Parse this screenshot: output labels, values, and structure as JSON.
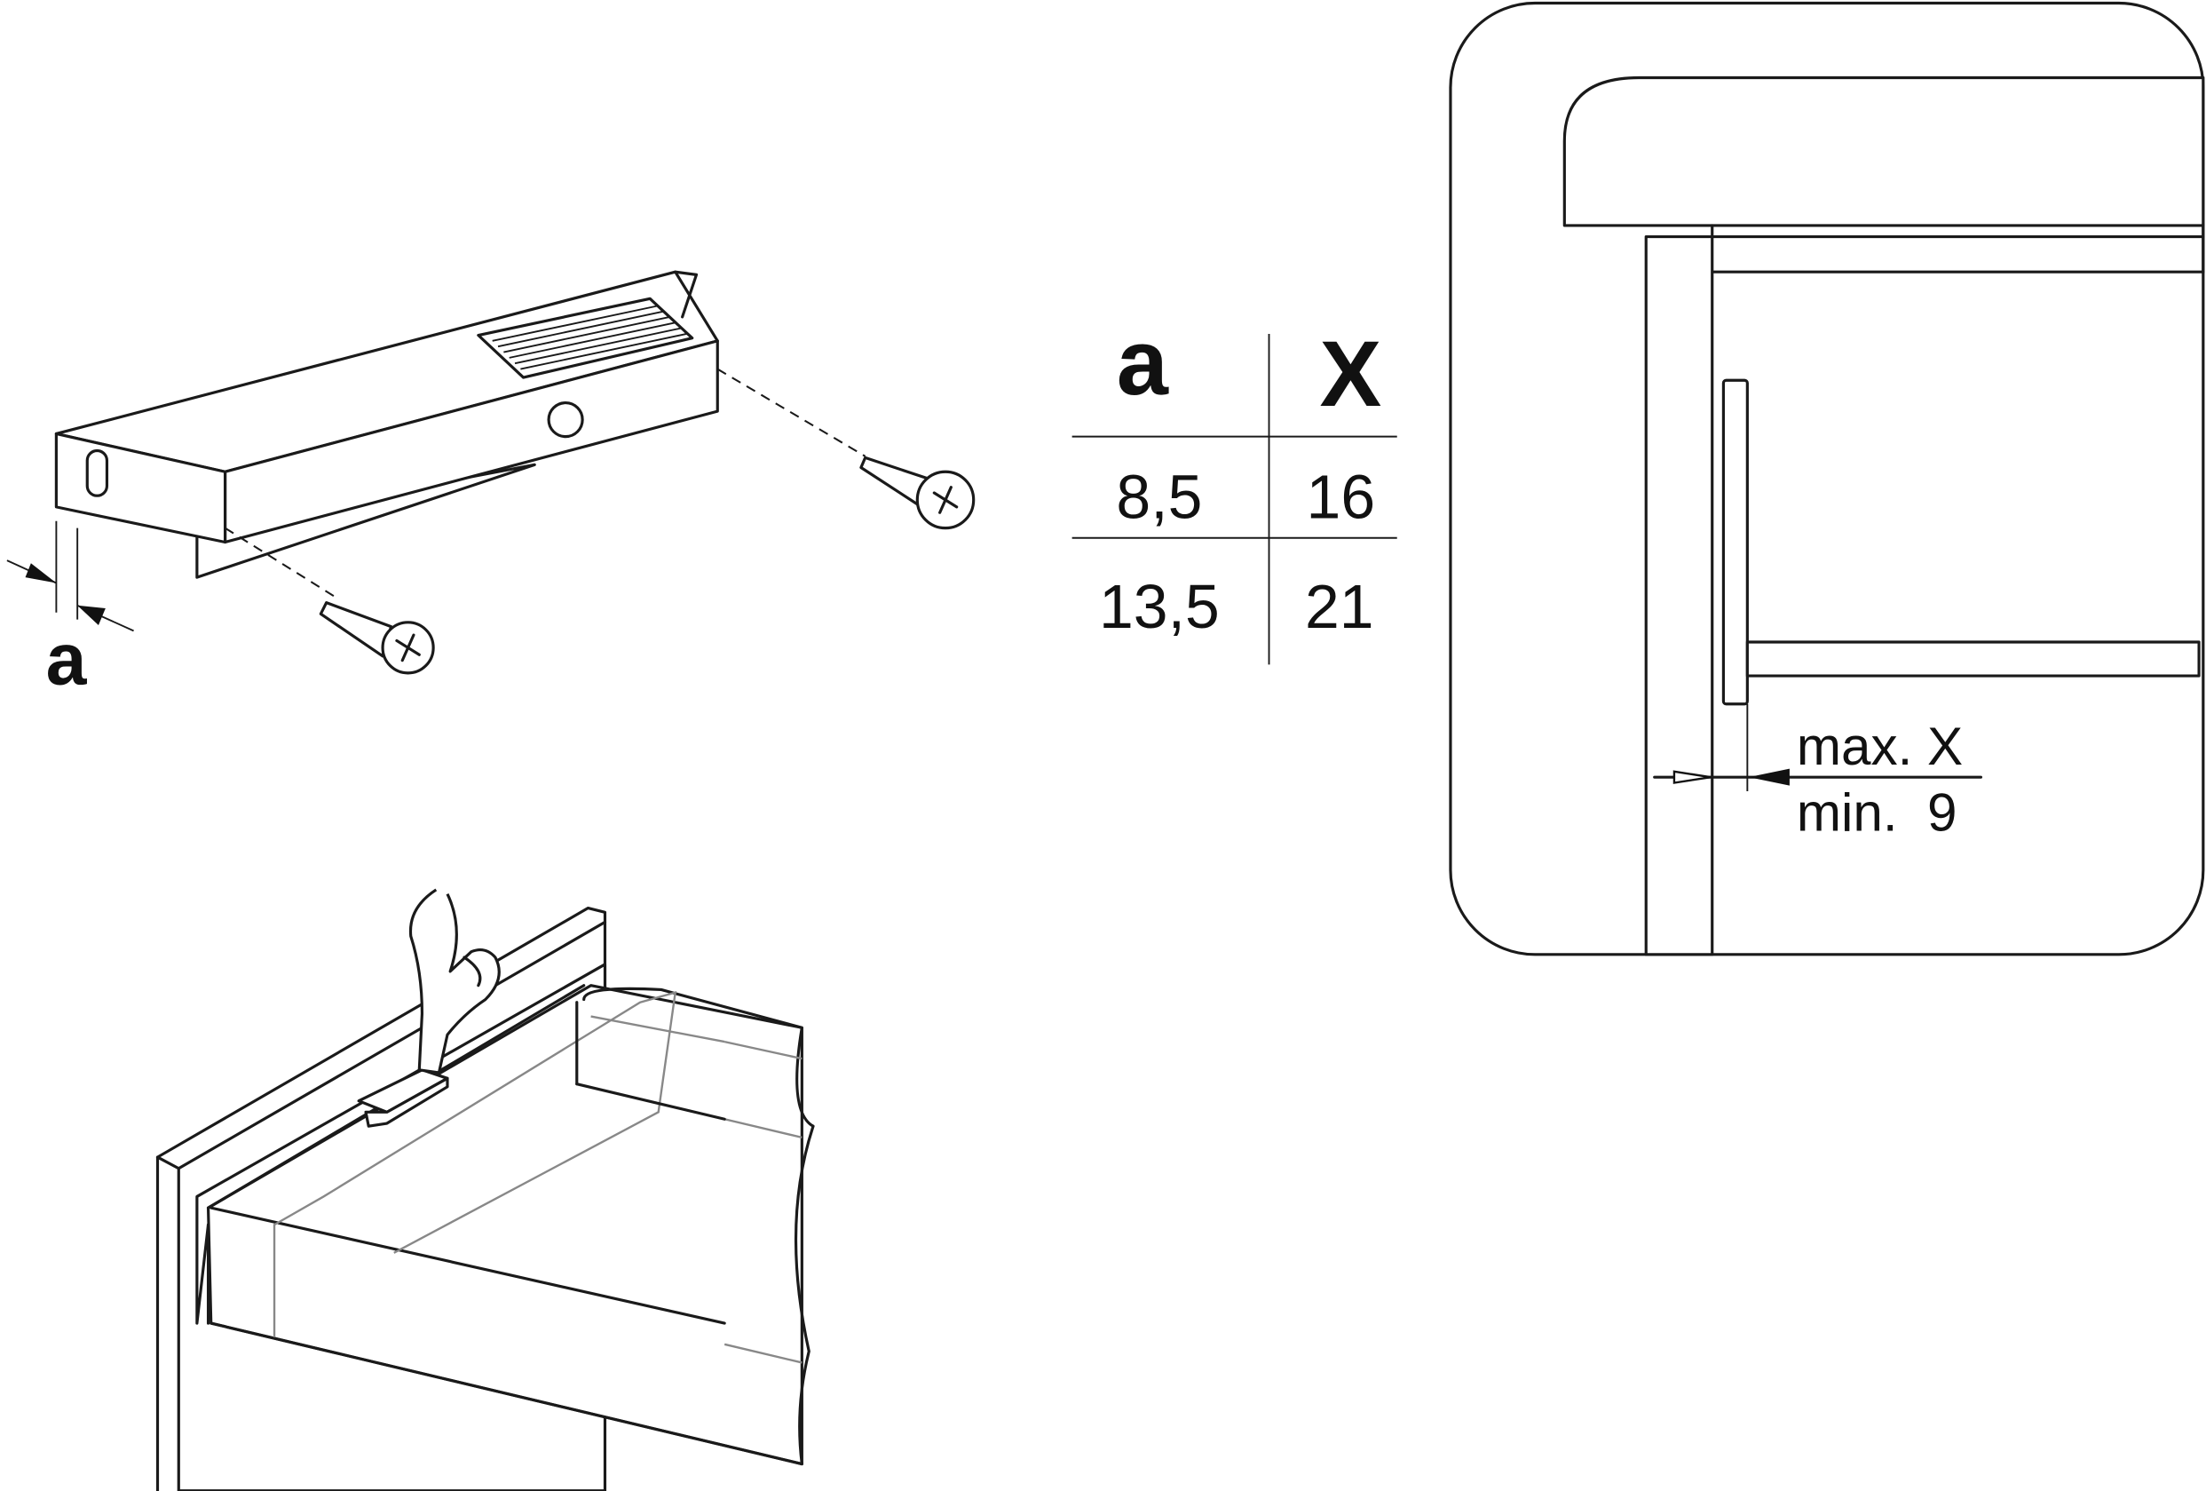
{
  "clip_diagram": {
    "dimension_label": "a"
  },
  "table": {
    "headers": [
      "a",
      "X"
    ],
    "rows": [
      [
        "8,5",
        "16"
      ],
      [
        "13,5",
        "21"
      ]
    ]
  },
  "section_view": {
    "max_label": "max. X",
    "min_label": "min.  9"
  }
}
